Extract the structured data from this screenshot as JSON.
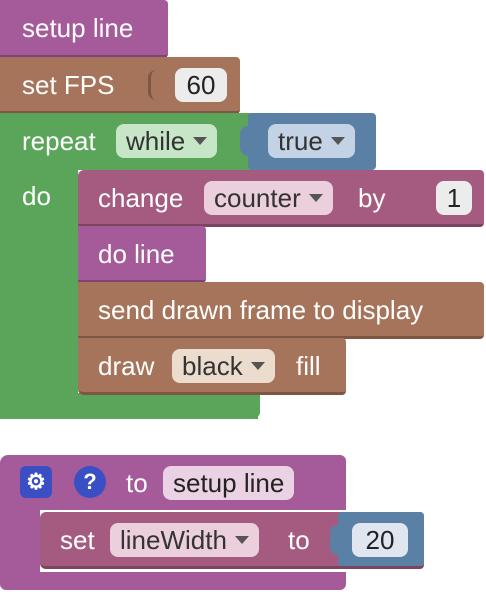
{
  "blocks": {
    "setup_call": {
      "label": "setup line",
      "color": "#a55b99"
    },
    "set_fps": {
      "label": "set FPS",
      "value": "60",
      "color": "#a5745b"
    },
    "repeat": {
      "label": "repeat",
      "mode": "while",
      "condition": "true",
      "do_label": "do",
      "color": "#5ba55b"
    },
    "change": {
      "label": "change",
      "variable": "counter",
      "by_label": "by",
      "value": "1",
      "color": "#a55b80"
    },
    "do_line": {
      "label": "do line",
      "color": "#a55b99"
    },
    "send_frame": {
      "label": "send drawn frame to display",
      "color": "#a5745b"
    },
    "draw_fill": {
      "label": "draw",
      "color_value": "black",
      "suffix": "fill",
      "color": "#a5745b"
    },
    "procedure": {
      "to_label": "to",
      "name": "setup line",
      "color": "#a55b99"
    },
    "set_line_width": {
      "label": "set",
      "property": "lineWidth",
      "to_label": "to",
      "value": "20",
      "color": "#a55b80"
    }
  },
  "icons": {
    "settings": "gear-icon",
    "help": "question-icon"
  }
}
